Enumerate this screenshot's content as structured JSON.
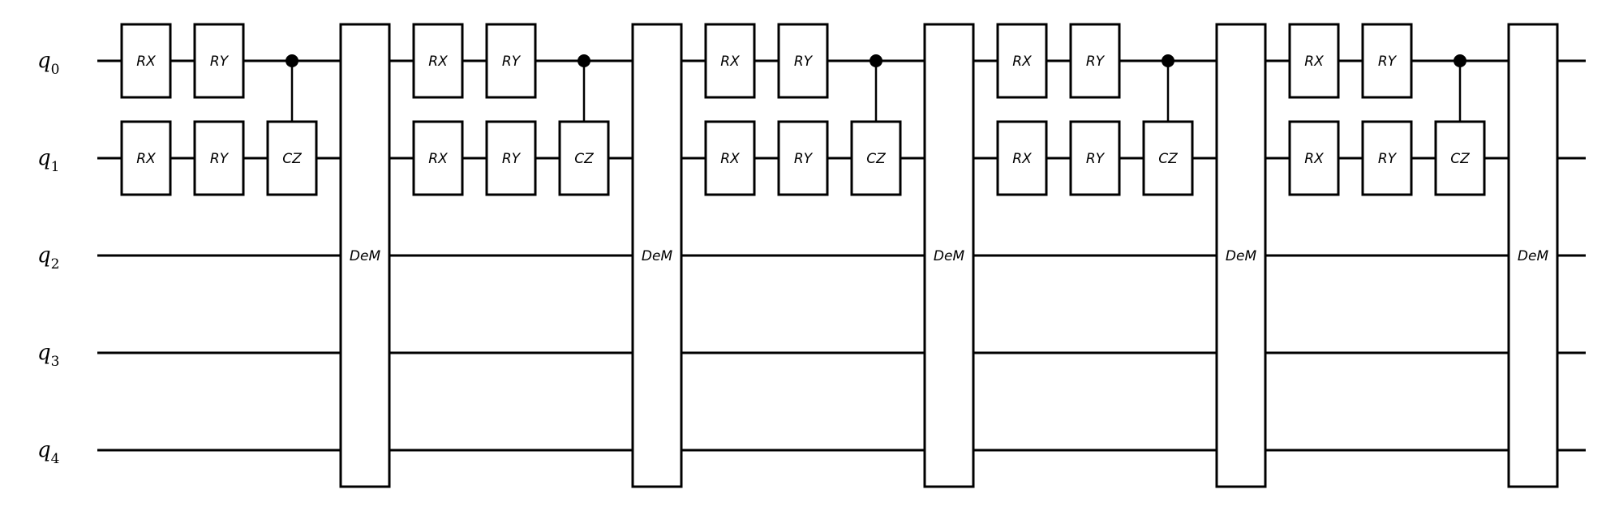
{
  "qubits": [
    {
      "name": "q",
      "index": "0"
    },
    {
      "name": "q",
      "index": "1"
    },
    {
      "name": "q",
      "index": "2"
    },
    {
      "name": "q",
      "index": "3"
    },
    {
      "name": "q",
      "index": "4"
    }
  ],
  "blocks": [
    {
      "rx": "RX",
      "ry": "RY",
      "cz": "CZ",
      "dem": "DeM"
    },
    {
      "rx": "RX",
      "ry": "RY",
      "cz": "CZ",
      "dem": "DeM"
    },
    {
      "rx": "RX",
      "ry": "RY",
      "cz": "CZ",
      "dem": "DeM"
    },
    {
      "rx": "RX",
      "ry": "RY",
      "cz": "CZ",
      "dem": "DeM"
    },
    {
      "rx": "RX",
      "ry": "RY",
      "cz": "CZ",
      "dem": "DeM"
    }
  ]
}
